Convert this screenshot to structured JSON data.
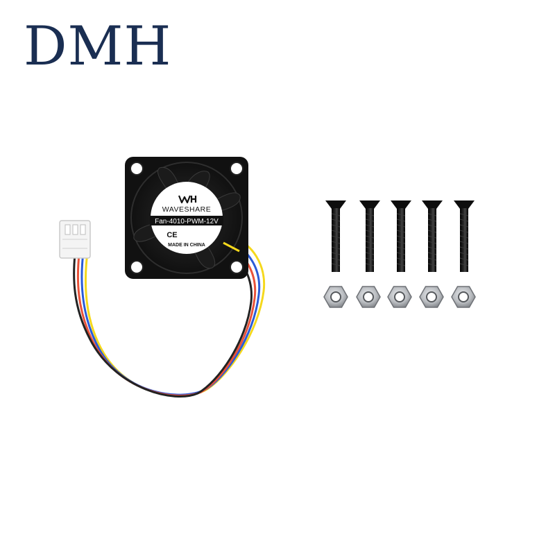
{
  "brand": {
    "logo_text": "DMH",
    "color": "#1a2e52"
  },
  "product": {
    "fan": {
      "brand": "WAVESHARE",
      "model": "Fan-4010-PWM-12V",
      "certification": "CE",
      "origin": "MADE IN CHINA",
      "body_color": "#111111",
      "label_color": "#ffffff"
    },
    "cable": {
      "wire_colors": [
        "#f5d81c",
        "#2a5bd7",
        "#e8523a",
        "#222222"
      ],
      "connector_color": "#f4f4f4"
    },
    "screws": {
      "count": 5,
      "color": "#0d0d0d"
    },
    "nuts": {
      "count": 5,
      "color": "#b9bcc0"
    }
  }
}
